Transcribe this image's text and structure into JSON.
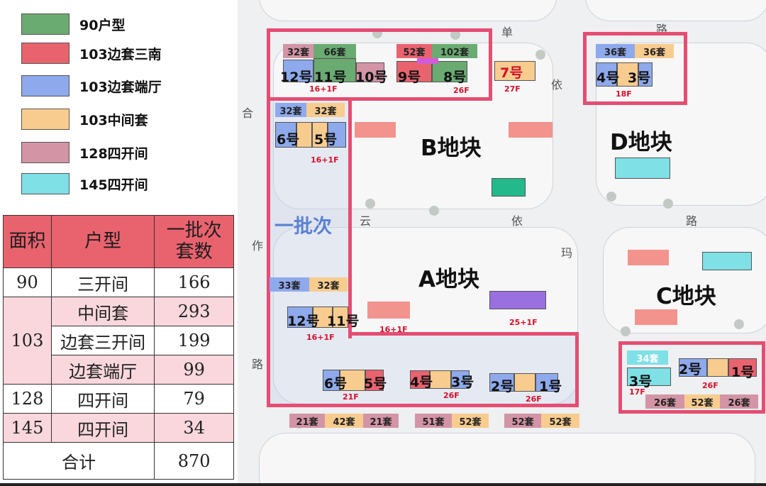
{
  "legend": [
    {
      "label": "90户型",
      "color": "#6aab72"
    },
    {
      "label": "103边套三南",
      "color": "#e9636f"
    },
    {
      "label": "103边套端厅",
      "color": "#8ea9ec"
    },
    {
      "label": "103中间套",
      "color": "#f8cc8f"
    },
    {
      "label": "128四开间",
      "color": "#d394a6"
    },
    {
      "label": "145四开间",
      "color": "#7fe0e6"
    }
  ],
  "table": {
    "headers": {
      "area": "面积",
      "type": "户型",
      "count": "一批次套数"
    },
    "rows": [
      {
        "area": "90",
        "type": "三开间",
        "count": "166"
      },
      {
        "area": "103",
        "type": "中间套",
        "count": "293"
      },
      {
        "type": "边套三开间",
        "count": "199"
      },
      {
        "type": "边套端厅",
        "count": "99"
      },
      {
        "area": "128",
        "type": "四开间",
        "count": "79"
      },
      {
        "area": "145",
        "type": "四开间",
        "count": "34"
      }
    ],
    "total_label": "合计",
    "total_value": "870"
  },
  "map": {
    "batch_label": "一批次",
    "plots": {
      "a": "A地块",
      "b": "B地块",
      "c": "C地块",
      "d": "D地块"
    },
    "roads": [
      "单",
      "路",
      "依",
      "合",
      "云",
      "依",
      "路",
      "作",
      "玛",
      "路"
    ],
    "units": {
      "u1": "32套",
      "u2": "66套",
      "u3": "52套",
      "u4": "102套",
      "u5": "36套",
      "u6": "36套",
      "u7": "32套",
      "u8": "32套",
      "u9": "33套",
      "u10": "32套",
      "u11": "34套",
      "u12": "21套",
      "u13": "42套",
      "u14": "21套",
      "u15": "51套",
      "u16": "52套",
      "u17": "52套",
      "u18": "52套",
      "u19": "26套",
      "u20": "52套",
      "u21": "26套"
    },
    "buildings": {
      "b12n": "12号",
      "b11n": "11号",
      "b10n": "10号",
      "b9": "9号",
      "b8": "8号",
      "b7": "7号",
      "d4": "4号",
      "d3": "3号",
      "b6": "6号",
      "b5": "5号",
      "a12": "12号",
      "a11": "11号",
      "a6": "6号",
      "a5": "5号",
      "a4": "4号",
      "a3": "3号",
      "a2": "2号",
      "a1": "1号",
      "c3": "3号",
      "c2": "2号",
      "c1": "1号"
    },
    "floors": {
      "f1": "16+1F",
      "f2": "26F",
      "f3": "27F",
      "f4": "18F",
      "f5": "16+1F",
      "f6": "16+1F",
      "f7": "16+1F",
      "f8": "25+1F",
      "f9": "21F",
      "f10": "26F",
      "f11": "26F",
      "f12": "17F",
      "f13": "26F"
    }
  }
}
